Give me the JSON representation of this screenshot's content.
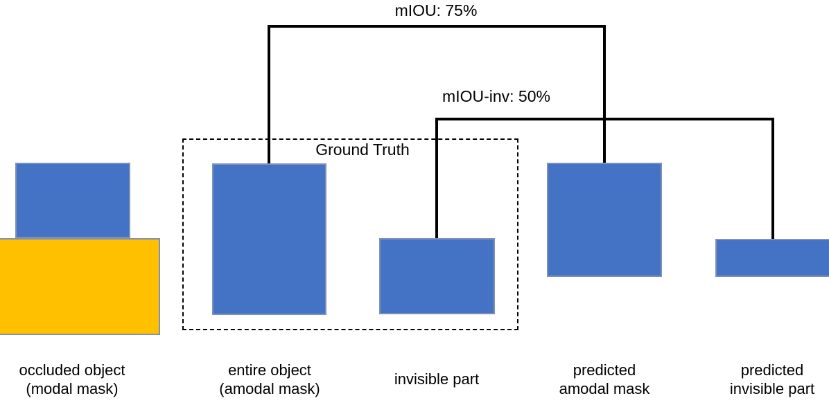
{
  "figure": {
    "metrics": {
      "miou": "mIOU: 75%",
      "miou_inv": "mIOU-inv: 50%"
    },
    "ground_truth_label": "Ground Truth",
    "captions": {
      "occluded_object": {
        "line1": "occluded object",
        "line2": "(modal mask)"
      },
      "entire_object": {
        "line1": "entire object",
        "line2": "(amodal mask)"
      },
      "invisible_part": {
        "line1": "invisible part"
      },
      "predicted_amodal": {
        "line1": "predicted",
        "line2": "amodal mask"
      },
      "predicted_invisible": {
        "line1": "predicted",
        "line2": "invisible part"
      }
    },
    "colors": {
      "mask_blue": "#4472c4",
      "mask_yellow": "#ffc000",
      "mask_border": "#8091b8",
      "line_black": "#000000"
    }
  }
}
